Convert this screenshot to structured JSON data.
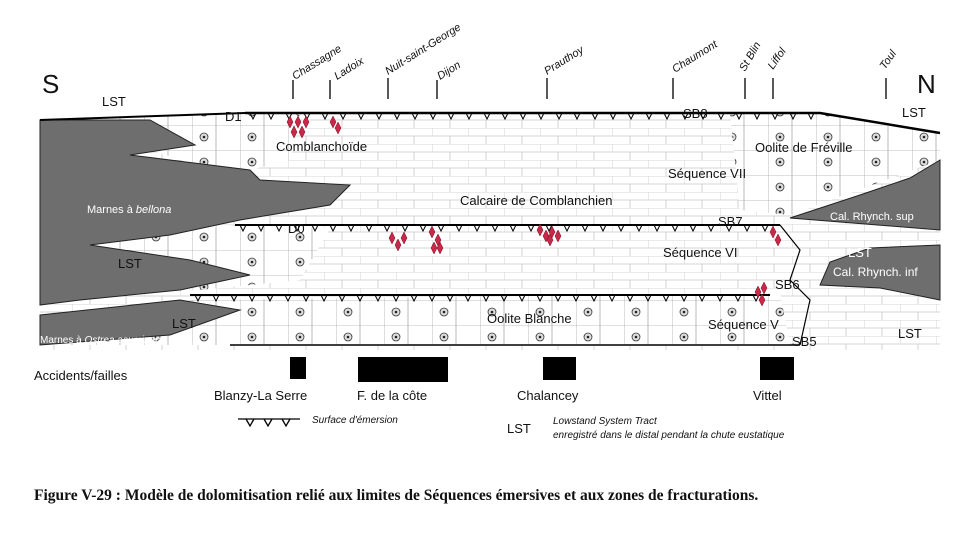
{
  "directions": {
    "south": "S",
    "north": "N"
  },
  "towns": [
    "Chassagne",
    "Ladoix",
    "Nuit-saint-George",
    "Dijon",
    "Prauthoy",
    "Chaumont",
    "St Blin",
    "Liffol",
    "Toul"
  ],
  "surfaces": {
    "d1": "D1",
    "d0": "D0",
    "sb8": "SB8",
    "sb7": "SB7",
    "sb6": "SB6",
    "sb5": "SB5"
  },
  "units": {
    "comblanchoide": "Comblanchoïde",
    "oolite_freville": "Oolite de Fréville",
    "sequence_vii": "Séquence VII",
    "calcaire_comblanchien": "Calcaire de Comblanchien",
    "marnes_bellona_prefix": "Marnes à ",
    "marnes_bellona_species": "bellona",
    "cal_rhynch_sup": "Cal. Rhynch. sup",
    "cal_rhynch_inf": "Cal. Rhynch. inf",
    "sequence_vi": "Séquence VI",
    "oolite_blanche": "Oolite Blanche",
    "sequence_v": "Séquence V",
    "marnes_ostrea_prefix": "Marnes à ",
    "marnes_ostrea_species": "Ostrea acuminata"
  },
  "lst_label": "LST",
  "faults": {
    "title": "Accidents/failles",
    "items": [
      "Blanzy-La Serre",
      "F. de la côte",
      "Chalancey",
      "Vittel"
    ]
  },
  "legend": {
    "emersion": "Surface d'émersion",
    "lst_key": "LST",
    "lst_line1": "Lowstand System Tract",
    "lst_line2": "enregistré dans le distal pendant la chute eustatique"
  },
  "caption": "Figure V-29 : Modèle de dolomitisation relié aux limites de Séquences émersives et aux zones de fracturations.",
  "colors": {
    "marl": "#6e6e6e",
    "dolomite": "#c8284a",
    "fault": "#000000"
  }
}
